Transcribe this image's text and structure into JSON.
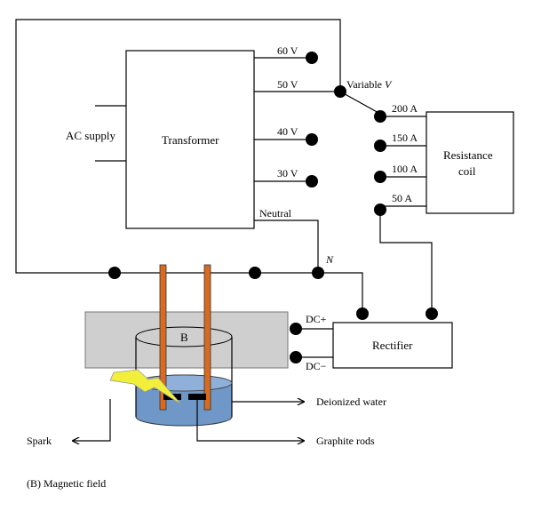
{
  "labels": {
    "transformer": "Transformer",
    "ac_supply": "AC supply",
    "tap_60": "60 V",
    "tap_50": "50 V",
    "tap_40": "40 V",
    "tap_30": "30 V",
    "neutral": "Neutral",
    "variable_v_prefix": "Variable ",
    "variable_v_symbol": "V",
    "n_symbol": "N",
    "tap_200a": "200 A",
    "tap_150a": "150 A",
    "tap_100a": "100 A",
    "tap_50a": "50 A",
    "resistance_coil_1": "Resistance",
    "resistance_coil_2": "coil",
    "rectifier": "Rectifier",
    "dc_plus": "DC+",
    "dc_minus": "DC−",
    "magnet_b": "B",
    "deionized_water": "Deionized water",
    "graphite_rods": "Graphite rods",
    "spark": "Spark"
  },
  "footer": {
    "magnetic_field": "(B)   Magnetic field"
  },
  "colors": {
    "electrode": "#d96a1f",
    "water": "#6f97c8",
    "magnet": "#cfcfcf",
    "spark": "#f2ef3a"
  }
}
